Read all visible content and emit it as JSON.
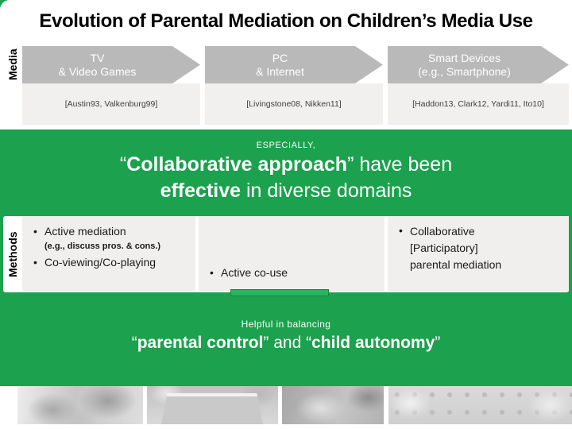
{
  "title": "Evolution of Parental Mediation on Children’s Media Use",
  "colors": {
    "accent_green": "#1CA14E",
    "accent_green_light": "#2cb35d",
    "accent_green_dark": "#0d8a3f",
    "arrow_gray": "#b9b9b9",
    "panel_gray": "#f0efee",
    "citation_text": "#3f3f3f"
  },
  "media": {
    "label": "Media",
    "items": [
      {
        "line1": "TV",
        "line2": "& Video Games",
        "citation": "[Austin93, Valkenburg99]"
      },
      {
        "line1": "PC",
        "line2": "& Internet",
        "citation": "[Livingstone08, Nikken11]"
      },
      {
        "line1": "Smart Devices",
        "line2": "(e.g., Smartphone)",
        "citation": "[Haddon13, Clark12, Yardi11, Ito10]"
      }
    ]
  },
  "highlight_band": {
    "kicker": "ESPECIALLY,",
    "line1_open_quote": "“",
    "line1_bold": "Collaborative approach",
    "line1_rest": "” have been",
    "line2_bold": "effective",
    "line2_rest": " in diverse domains"
  },
  "methods": {
    "label": "Methods",
    "box1": {
      "bullet1": "Active mediation",
      "subnote": "(e.g., discuss pros. & cons.)",
      "bullet2": "Co-viewing/Co-playing"
    },
    "box2": {
      "bullet1": "Active co-use"
    },
    "box3": {
      "bullet1_line1": "Collaborative",
      "bullet1_line2": "[Participatory]",
      "bullet1_line3": "parental mediation"
    }
  },
  "footer_band": {
    "kicker": "Helpful in balancing",
    "open_quote": "“",
    "bold1": "parental control",
    "mid": "” and “",
    "bold2": "child autonomy",
    "close_quote": "”"
  },
  "photos": [
    {
      "name": "family-on-couch-photo"
    },
    {
      "name": "parent-child-laptop-photo"
    },
    {
      "name": "child-hugging-pillow-photo"
    },
    {
      "name": "family-with-pillows-photo"
    }
  ],
  "bullet_glyph": "•"
}
